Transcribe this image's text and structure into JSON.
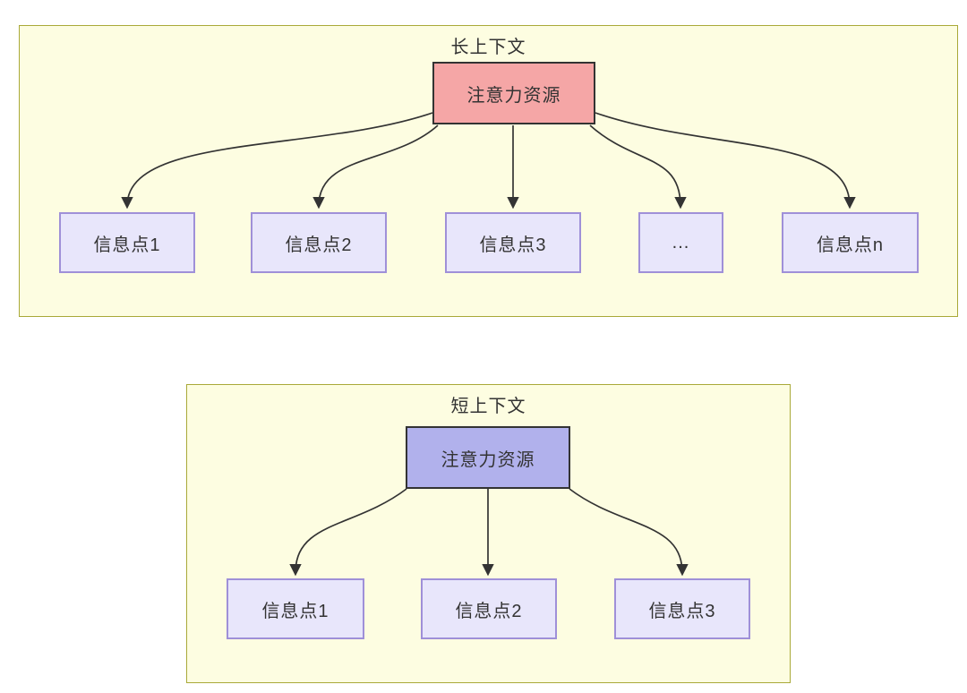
{
  "diagram": {
    "groups": [
      {
        "title": "长上下文",
        "attention_label": "注意力资源",
        "info_nodes": [
          {
            "label": "信息点1"
          },
          {
            "label": "信息点2"
          },
          {
            "label": "信息点3"
          },
          {
            "label": "..."
          },
          {
            "label": "信息点n"
          }
        ]
      },
      {
        "title": "短上下文",
        "attention_label": "注意力资源",
        "info_nodes": [
          {
            "label": "信息点1"
          },
          {
            "label": "信息点2"
          },
          {
            "label": "信息点3"
          }
        ]
      }
    ],
    "colors": {
      "group_fill": "#fdfde1",
      "group_border": "#a9a938",
      "attention_long_fill": "#f5a6a6",
      "attention_short_fill": "#b1b1ec",
      "attention_border": "#333333",
      "info_fill": "#e8e6fb",
      "info_border": "#9f90d8",
      "arrow": "#333333",
      "text": "#333333"
    }
  }
}
